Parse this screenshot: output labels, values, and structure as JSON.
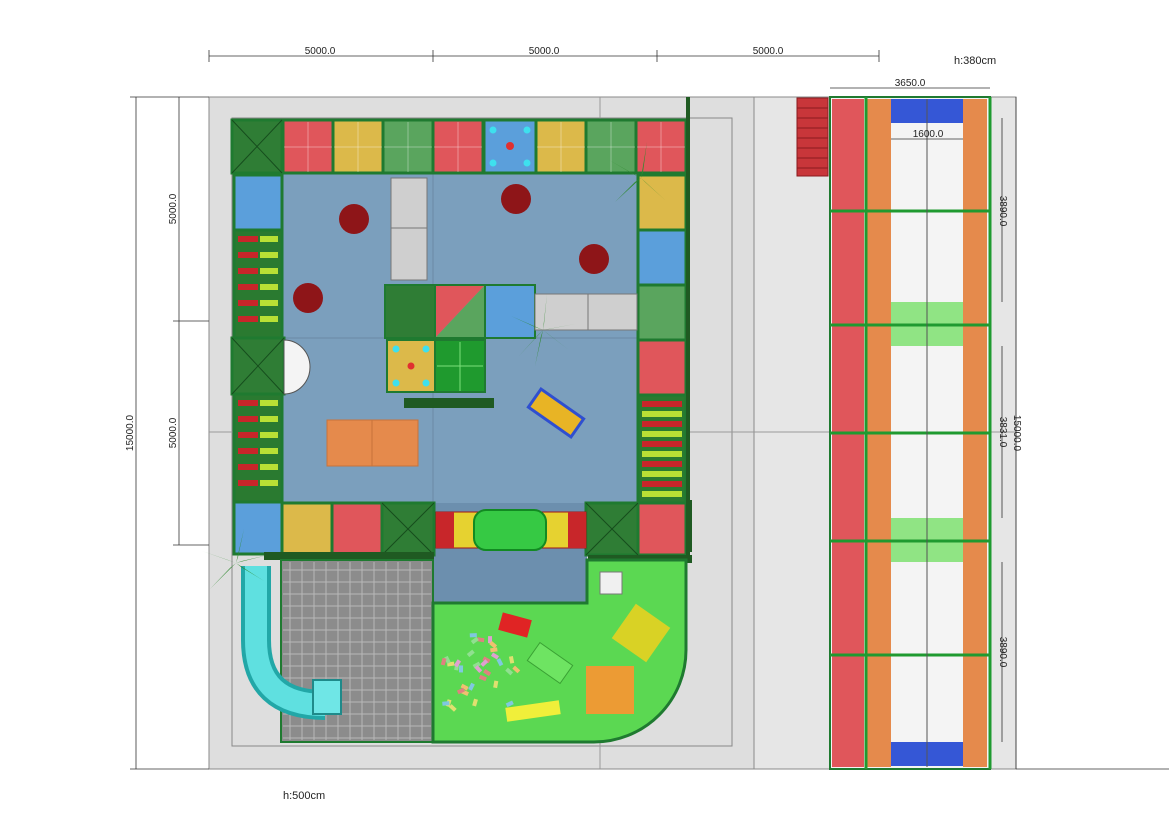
{
  "dimensions": {
    "top_segments": [
      "5000.0",
      "5000.0",
      "5000.0"
    ],
    "left_segments": [
      "5000.0",
      "5000.0"
    ],
    "left_total": "15000.0",
    "plan_height_label": "h:500cm",
    "side_height_label": "h:380cm",
    "side_width": "3650.0",
    "side_inner_width": "1600.0",
    "side_segments": [
      "3890.0",
      "3831.0",
      "3890.0"
    ],
    "side_total": "15000.0"
  },
  "colors": {
    "frame_green": "#1f7a30",
    "pad_red": "#e0565b",
    "pad_yellow": "#dcb94a",
    "pad_green": "#5aa55e",
    "pad_blue": "#5b9fdb",
    "floor_blue": "#7b9fbd",
    "soft_green": "#6fd760",
    "orange_beam": "#e58a4c",
    "side_blue": "#3557d6"
  }
}
